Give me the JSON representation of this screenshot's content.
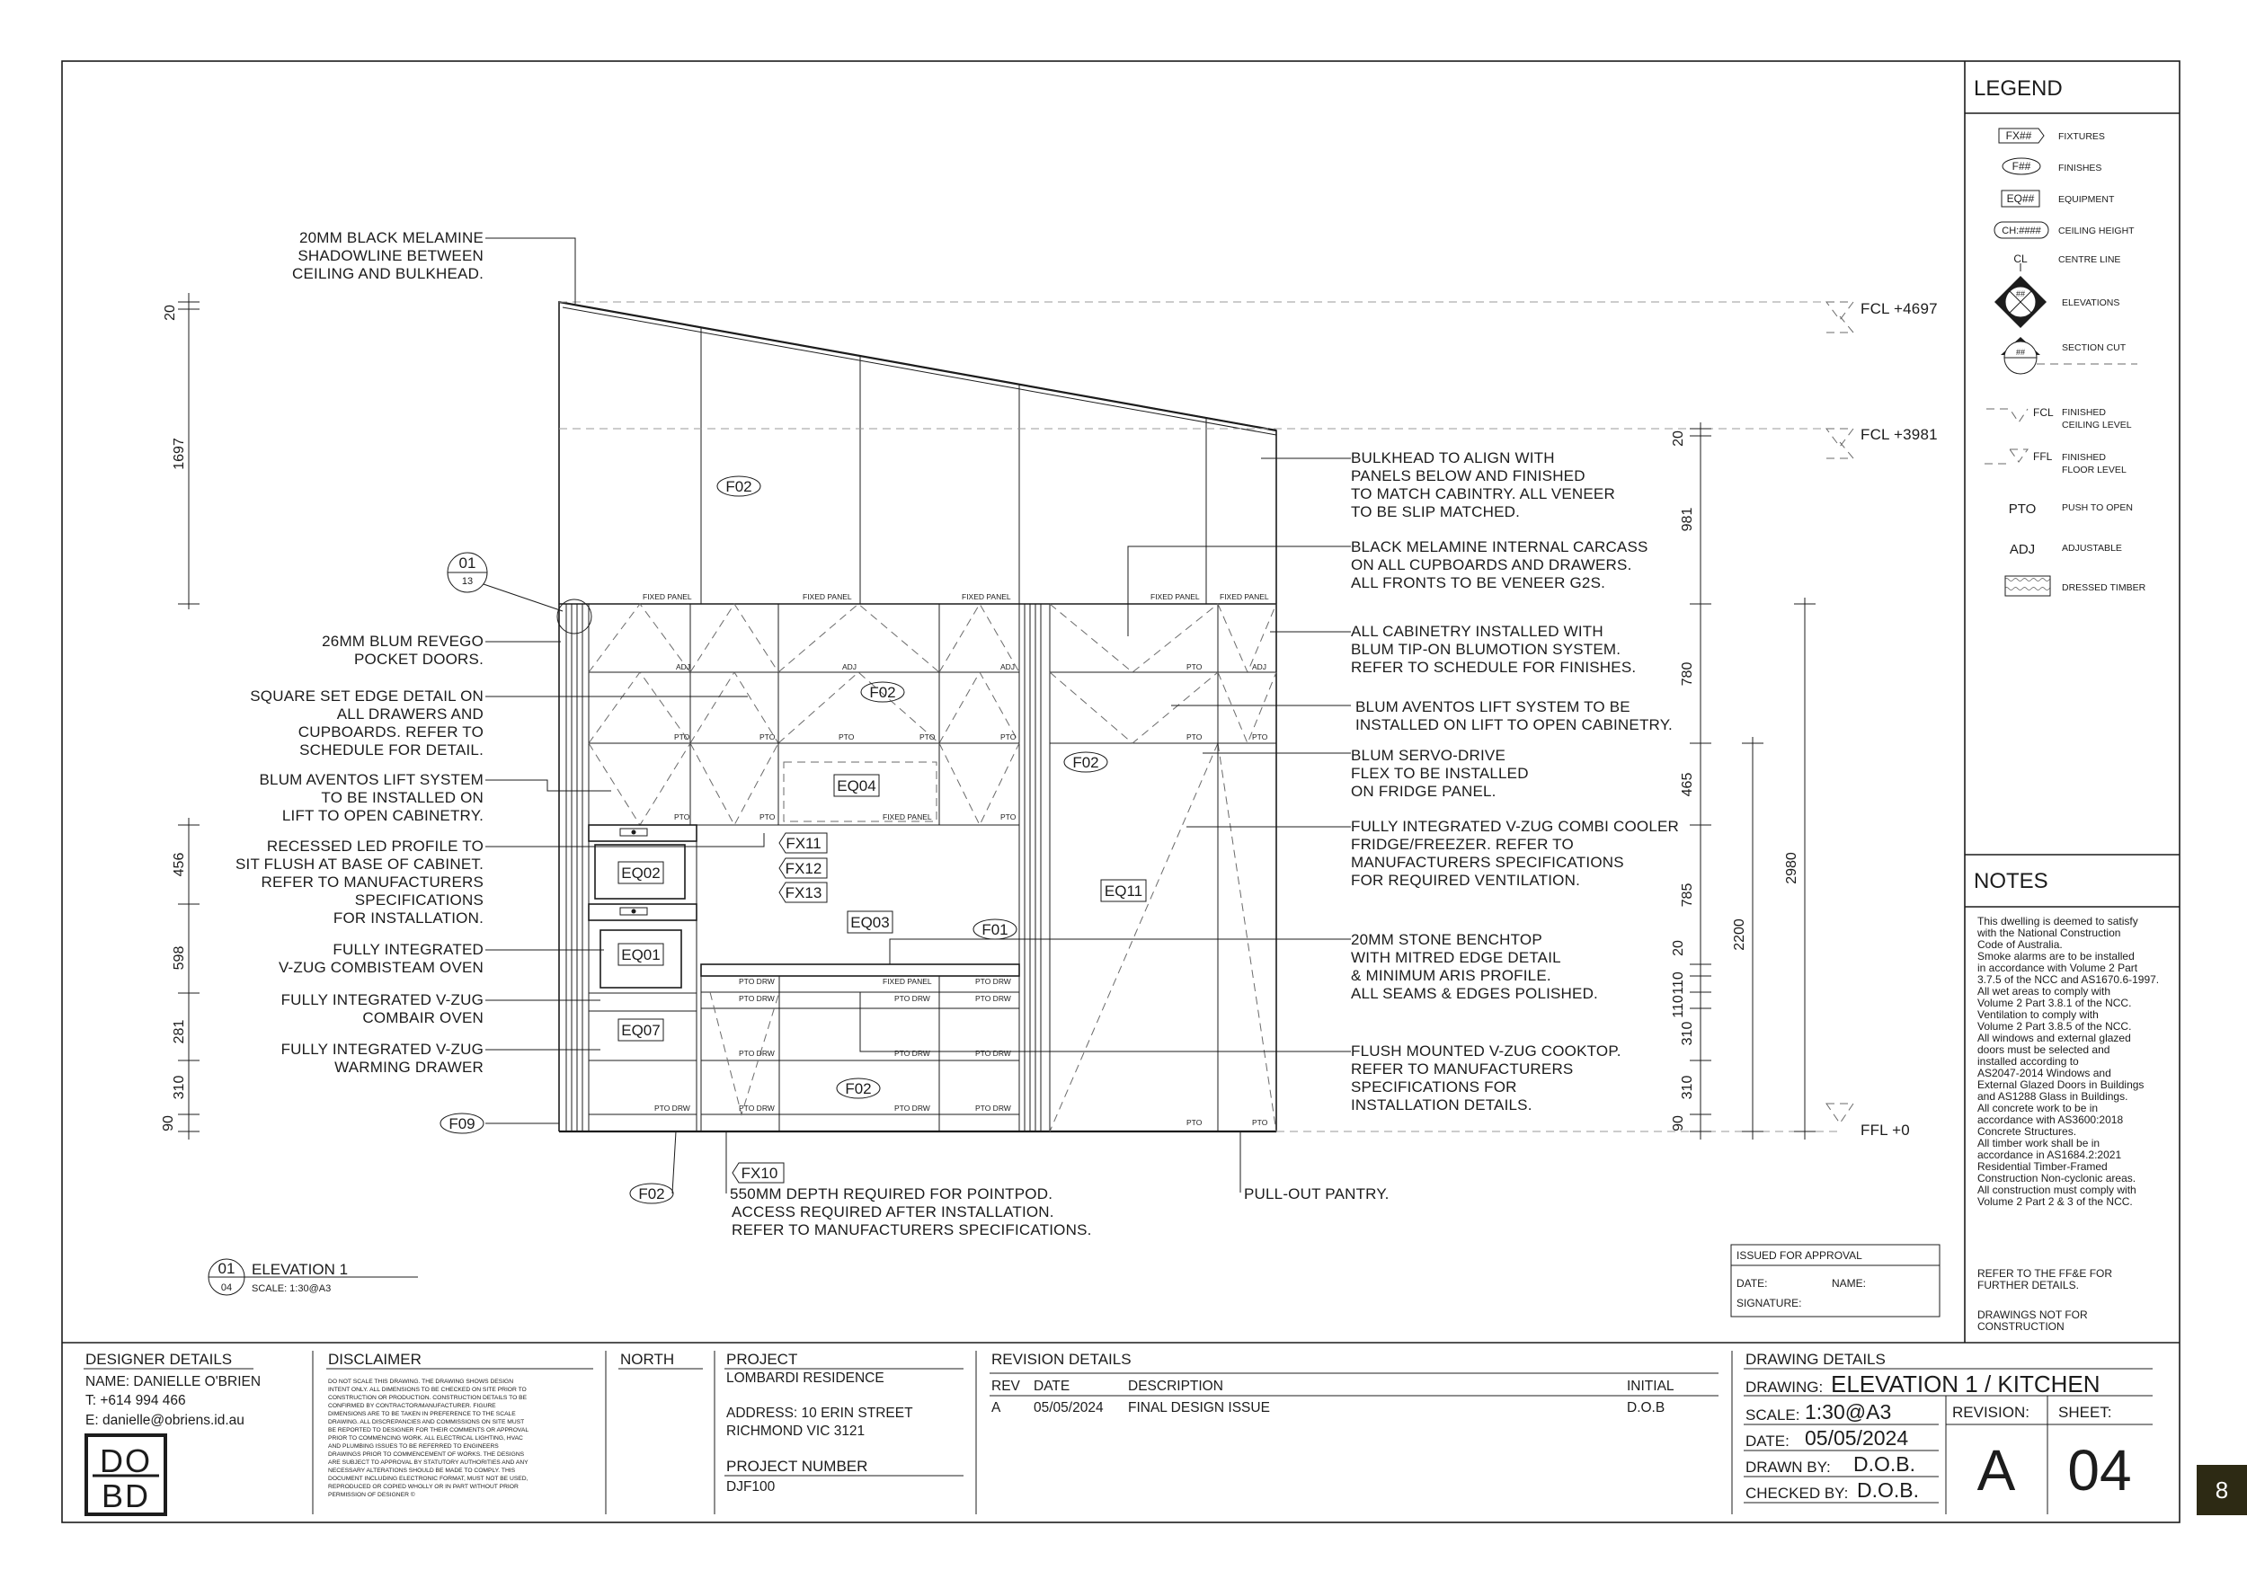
{
  "callouts_left": [
    "20MM BLACK MELAMINE",
    "SHADOWLINE BETWEEN",
    "CEILING AND BULKHEAD.",
    "26MM BLUM REVEGO",
    "POCKET DOORS.",
    "SQUARE SET EDGE DETAIL ON",
    "ALL DRAWERS AND",
    "CUPBOARDS. REFER TO",
    "SCHEDULE FOR DETAIL.",
    "BLUM AVENTOS  LIFT SYSTEM",
    "TO BE INSTALLED ON",
    "LIFT TO OPEN CABINETRY.",
    "RECESSED LED PROFILE TO",
    "SIT FLUSH AT BASE OF CABINET.",
    "REFER TO MANUFACTURERS",
    "SPECIFICATIONS",
    "FOR INSTALLATION.",
    "FULLY INTEGRATED",
    "V-ZUG COMBISTEAM OVEN",
    "FULLY INTEGRATED V-ZUG",
    "COMBAIR OVEN",
    "FULLY INTEGRATED V-ZUG",
    "WARMING DRAWER"
  ],
  "callouts_right": [
    "BULKHEAD TO ALIGN WITH",
    "PANELS BELOW AND FINISHED",
    "TO MATCH CABINTRY. ALL VENEER",
    "TO BE SLIP MATCHED.",
    "BLACK MELAMINE INTERNAL CARCASS",
    "ON ALL CUPBOARDS AND DRAWERS.",
    "ALL FRONTS TO BE VENEER G2S.",
    "ALL CABINETRY INSTALLED WITH",
    "BLUM TIP-ON BLUMOTION  SYSTEM.",
    "REFER TO SCHEDULE FOR FINISHES.",
    "BLUM AVENTOS  LIFT SYSTEM TO BE",
    "INSTALLED ON LIFT TO OPEN CABINETRY.",
    "BLUM SERVO-DRIVE",
    "FLEX TO BE INSTALLED",
    "ON FRIDGE PANEL.",
    "FULLY INTEGRATED V-ZUG COMBI COOLER",
    "FRIDGE/FREEZER. REFER TO",
    "MANUFACTURERS SPECIFICATIONS",
    "FOR REQUIRED VENTILATION.",
    "20MM STONE BENCHTOP",
    "WITH MITRED EDGE DETAIL",
    "& MINIMUM ARIS PROFILE.",
    "ALL SEAMS & EDGES POLISHED.",
    "FLUSH MOUNTED V-ZUG COOKTOP.",
    "REFER TO MANUFACTURERS",
    "SPECIFICATIONS FOR",
    "INSTALLATION DETAILS."
  ],
  "callouts_bottom": [
    "550MM DEPTH REQUIRED FOR POINTPOD.",
    "ACCESS REQUIRED AFTER INSTALLATION.",
    "REFER TO MANUFACTURERS SPECIFICATIONS.",
    "PULL-OUT PANTRY."
  ],
  "levels": [
    "FCL +4697",
    "FCL +3981",
    "FFL +0"
  ],
  "dims_left": [
    "20",
    "1697",
    "456",
    "598",
    "281",
    "310",
    "90"
  ],
  "dims_right": [
    "20",
    "981",
    "780",
    "465",
    "785",
    "20",
    "110",
    "110",
    "310",
    "310",
    "90"
  ],
  "dims_overall": [
    "2200",
    "2980"
  ],
  "tags": {
    "finishes": [
      "F02",
      "F02",
      "F02",
      "F02",
      "F01",
      "F09",
      "F02"
    ],
    "equipment": [
      "EQ04",
      "EQ02",
      "EQ01",
      "EQ07",
      "EQ03",
      "EQ11"
    ],
    "fixtures": [
      "FX11",
      "FX12",
      "FX13",
      "FX10"
    ],
    "section_ref": [
      "01",
      "13"
    ]
  },
  "panel_labels": {
    "fixed_panel": "FIXED PANEL",
    "adj": "ADJ",
    "pto": "PTO",
    "pto_drw": "PTO DRW"
  },
  "elevation_title": {
    "num": "01",
    "sheet": "04",
    "title": "ELEVATION 1",
    "scale": "SCALE: 1:30@A3"
  },
  "legend": {
    "title": "LEGEND",
    "items": [
      {
        "symbol": "FX##",
        "label": "FIXTURES"
      },
      {
        "symbol": "F##",
        "label": "FINISHES"
      },
      {
        "symbol": "EQ##",
        "label": "EQUIPMENT"
      },
      {
        "symbol": "CH:####",
        "label": "CEILING HEIGHT"
      },
      {
        "symbol": "CL",
        "label": "CENTRE LINE"
      },
      {
        "symbol": "##",
        "label": "ELEVATIONS"
      },
      {
        "symbol": "##",
        "label": "SECTION CUT"
      },
      {
        "symbol": "FCL",
        "label": "FINISHED",
        "label2": "CEILING LEVEL"
      },
      {
        "symbol": "FFL",
        "label": "FINISHED",
        "label2": "FLOOR LEVEL"
      },
      {
        "symbol": "PTO",
        "label": "PUSH TO OPEN"
      },
      {
        "symbol": "ADJ",
        "label": "ADJUSTABLE"
      },
      {
        "symbol": "",
        "label": "DRESSED TIMBER"
      }
    ]
  },
  "notes": {
    "title": "NOTES",
    "lines": [
      "This dwelling is deemed to satisfy",
      "with the National Construction",
      "Code of Australia.",
      "Smoke alarms are to be installed",
      "in accordance with Volume 2 Part",
      "3.7.5 of the NCC and AS1670.6-1997.",
      "All wet areas to comply with",
      "Volume 2 Part 3.8.1 of the NCC.",
      "Ventilation to comply with",
      "Volume 2 Part 3.8.5 of the NCC.",
      "All windows and external glazed",
      "doors must be selected and",
      "installed according to",
      "AS2047-2014 Windows and",
      "External Glazed Doors in Buildings",
      "and AS1288 Glass in Buildings.",
      "All concrete work to be in",
      "accordance with AS3600:2018",
      "Concrete Structures.",
      "All timber work shall be in",
      "accordance in AS1684.2:2021",
      "Residential Timber-Framed",
      "Construction Non-cyclonic areas.",
      "All construction must comply with",
      "Volume 2 Part 2 & 3 of the NCC."
    ],
    "ffe": [
      "REFER TO THE FF&E FOR",
      "FURTHER DETAILS."
    ],
    "not_for": [
      "DRAWINGS NOT FOR",
      "CONSTRUCTION"
    ]
  },
  "approval": {
    "title": "ISSUED FOR APPROVAL",
    "date_label": "DATE:",
    "name_label": "NAME:",
    "signature_label": "SIGNATURE:"
  },
  "designer": {
    "title": "DESIGNER DETAILS",
    "name": "NAME: DANIELLE O'BRIEN",
    "phone": "T: +614 994 466",
    "email": "E: danielle@obriens.id.au",
    "logo_top": "DO",
    "logo_bottom": "BD"
  },
  "disclaimer": {
    "title": "DISCLAIMER",
    "lines": [
      "DO NOT SCALE THIS DRAWING. THE DRAWING SHOWS DESIGN",
      "INTENT ONLY. ALL DIMENSIONS TO BE CHECKED ON SITE PRIOR TO",
      "CONSTRUCTION OR PRODUCTION. CONSTRUCTION DETAILS TO BE",
      "CONFIRMED BY CONTRACTOR/MANUFACTURER. FIGURE",
      "DIMENSIONS ARE TO BE TAKEN IN PREFERENCE TO THE SCALE",
      "DRAWING. ALL DISCREPANCIES AND COMMISSIONS ON SITE MUST",
      "BE REPORTED TO DESIGNER FOR THEIR COMMENTS OR APPROVAL",
      "PRIOR TO COMMENCING WORK. ALL ELECTRICAL LIGHTING, HVAC",
      "AND PLUMBING ISSUES TO BE REFERRED TO ENGINEERS",
      "DRAWINGS PRIOR TO COMMENCEMENT OF WORKS. THE DESIGNS",
      "ARE SUBJECT TO APPROVAL BY STATUTORY AUTHORITIES AND ANY",
      "NECESSARY ALTERATIONS SHOULD BE MADE TO COMPLY. THIS",
      "DOCUMENT INCLUDING ELECTRONIC FORMAT, MUST NOT BE USED,",
      "REPRODUCED OR COPIED WHOLLY OR IN PART WITHOUT PRIOR",
      "PERMISSION OF DESIGNER ©"
    ]
  },
  "north": {
    "title": "NORTH"
  },
  "project": {
    "title": "PROJECT",
    "name": "LOMBARDI RESIDENCE",
    "address1": "ADDRESS: 10 ERIN STREET",
    "address2": "RICHMOND VIC 3121",
    "number_title": "PROJECT NUMBER",
    "number": "DJF100"
  },
  "revisions": {
    "title": "REVISION DETAILS",
    "headers": {
      "rev": "REV",
      "date": "DATE",
      "description": "DESCRIPTION",
      "initial": "INITIAL"
    },
    "rows": [
      {
        "rev": "A",
        "date": "05/05/2024",
        "description": "FINAL DESIGN ISSUE",
        "initial": "D.O.B"
      }
    ]
  },
  "drawing": {
    "title": "DRAWING DETAILS",
    "drawing_label": "DRAWING:",
    "drawing_value": "ELEVATION 1 / KITCHEN",
    "scale_label": "SCALE:",
    "scale_value": "1:30@A3",
    "date_label": "DATE:",
    "date_value": "05/05/2024",
    "drawn_label": "DRAWN BY:",
    "drawn_value": "D.O.B.",
    "checked_label": "CHECKED BY:",
    "checked_value": "D.O.B.",
    "revision_label": "REVISION:",
    "revision_value": "A",
    "sheet_label": "SHEET:",
    "sheet_value": "04"
  },
  "page_number": "8"
}
